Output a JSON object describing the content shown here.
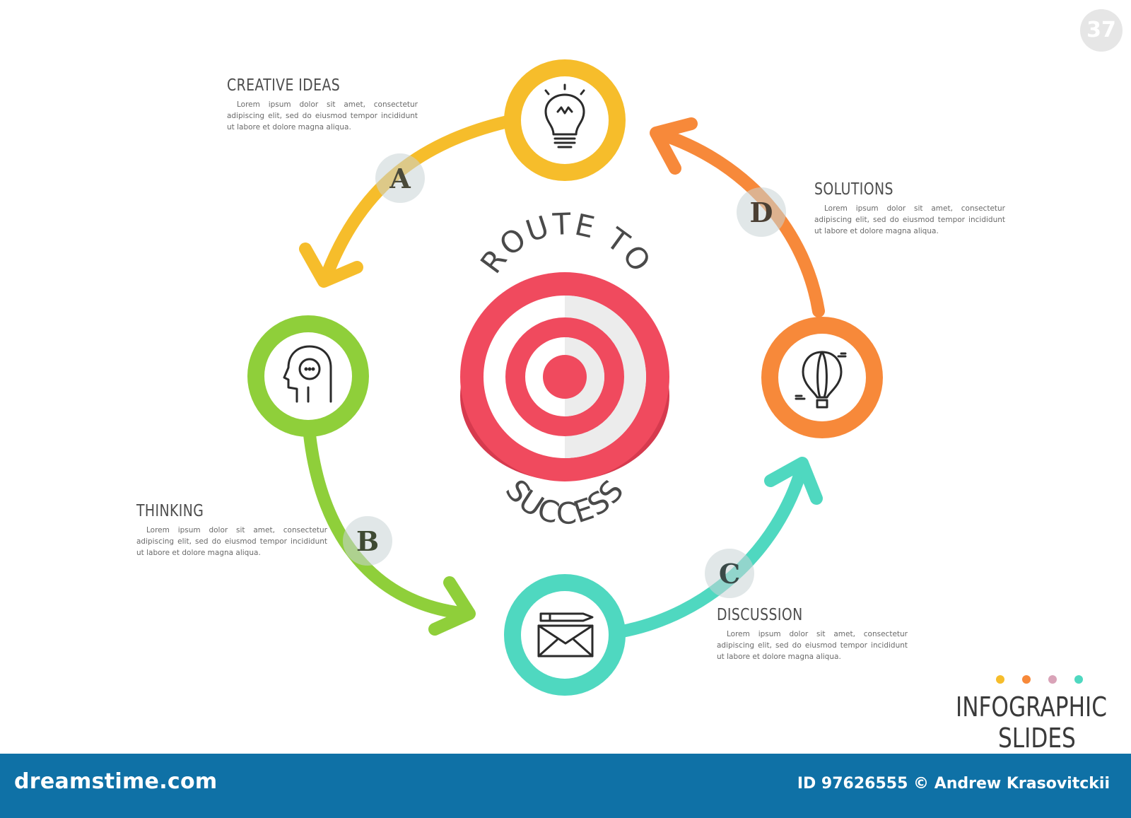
{
  "center": {
    "top_label": "ROUTE TO",
    "bottom_label": "SUCCESS"
  },
  "steps": [
    {
      "letter": "A",
      "title": "CREATIVE IDEAS",
      "text": "Lorem ipsum dolor sit amet, consectetur adipiscing elit, sed do eiusmod tempor incididunt ut labore et dolore magna aliqua.",
      "color": "#f6bd2b",
      "icon": "lightbulb-icon"
    },
    {
      "letter": "B",
      "title": "THINKING",
      "text": "Lorem ipsum dolor sit amet, consectetur adipiscing elit, sed do eiusmod tempor incididunt ut labore et dolore magna aliqua.",
      "color": "#8fcf3a",
      "icon": "human-head-thinking-icon"
    },
    {
      "letter": "C",
      "title": "DISCUSSION",
      "text": "Lorem ipsum dolor sit amet, consectetur adipiscing elit, sed do eiusmod tempor incididunt ut labore et dolore magna aliqua.",
      "color": "#4fd8c0",
      "icon": "envelope-with-pen-icon"
    },
    {
      "letter": "D",
      "title": "SOLUTIONS",
      "text": "Lorem ipsum dolor sit amet, consectetur adipiscing elit, sed do eiusmod tempor incididunt ut labore et dolore magna aliqua.",
      "color": "#f7893a",
      "icon": "hot-air-balloon-icon"
    }
  ],
  "target_colors": {
    "red": "#f04a5e",
    "white": "#ffffff",
    "side": "#d63a4e"
  },
  "logo": {
    "line1": "INFOGRAPHIC",
    "line2": "SLIDES",
    "dot_colors": [
      "#f6bd2b",
      "#f7893a",
      "#d9a3b8",
      "#4fd8c0"
    ]
  },
  "page_number": "37",
  "footer": {
    "site": "dreamstime.com",
    "credit": "ID 97626555 © Andrew Krasovitckii"
  }
}
